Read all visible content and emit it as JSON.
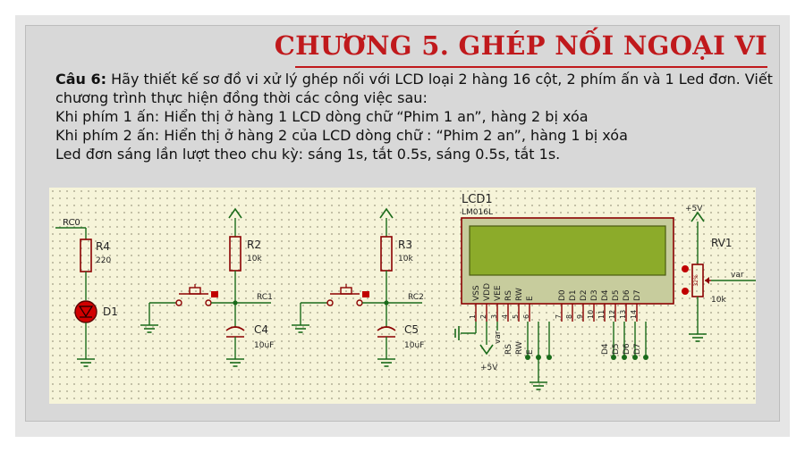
{
  "title": "CHƯƠNG 5. GHÉP NỐI NGOẠI VI",
  "question": {
    "label": "Câu 6:",
    "line1": " Hãy thiết kế sơ đồ vi xử lý ghép nối với LCD loại 2 hàng 16 cột, 2 phím ấn và 1 Led đơn. Viết",
    "line2": "chương trình thực hiện đồng thời các công việc sau:",
    "line3": "Khi phím 1 ấn: Hiển thị ở hàng 1 LCD dòng chữ “Phim 1 an”, hàng 2 bị xóa",
    "line4": "Khi phím 2 ấn: Hiển thị ở hàng 2 của LCD dòng chữ : “Phim 2 an”, hàng 1 bị xóa",
    "line5": "Led đơn sáng lần lượt theo chu kỳ: sáng 1s, tắt 0.5s, sáng 0.5s, tắt 1s."
  },
  "schematic": {
    "led_net": "RC0",
    "r4": {
      "name": "R4",
      "value": "220"
    },
    "d1": "D1",
    "r2": {
      "name": "R2",
      "value": "10k"
    },
    "r3": {
      "name": "R3",
      "value": "10k"
    },
    "c4": {
      "name": "C4",
      "value": "10uF"
    },
    "c5": {
      "name": "C5",
      "value": "10uF"
    },
    "rc1": "RC1",
    "rc2": "RC2",
    "lcd": {
      "name": "LCD1",
      "model": "LM016L",
      "pins": [
        "VSS",
        "VDD",
        "VEE",
        "RS",
        "RW",
        "E",
        "D0",
        "D1",
        "D2",
        "D3",
        "D4",
        "D5",
        "D6",
        "D7"
      ],
      "pin_numbers": [
        "1",
        "2",
        "3",
        "4",
        "5",
        "6",
        "7",
        "8",
        "9",
        "10",
        "11",
        "12",
        "13",
        "14"
      ],
      "bottom_labels": [
        "var",
        "RS",
        "RW",
        "E",
        "D4",
        "D5",
        "D6",
        "D7"
      ]
    },
    "vcc1": "+5V",
    "vcc2": "+5V",
    "rv1": {
      "name": "RV1",
      "value": "10k",
      "percent": "32%",
      "net": "var"
    }
  },
  "colors": {
    "title": "#c0191c",
    "wire": "#1a6b1a",
    "component": "#8b0000",
    "pin": "#8b0000",
    "lcd_screen": "#8cab2a",
    "lcd_body": "#c7cc9d",
    "gridbg": "#f6f4d9"
  }
}
